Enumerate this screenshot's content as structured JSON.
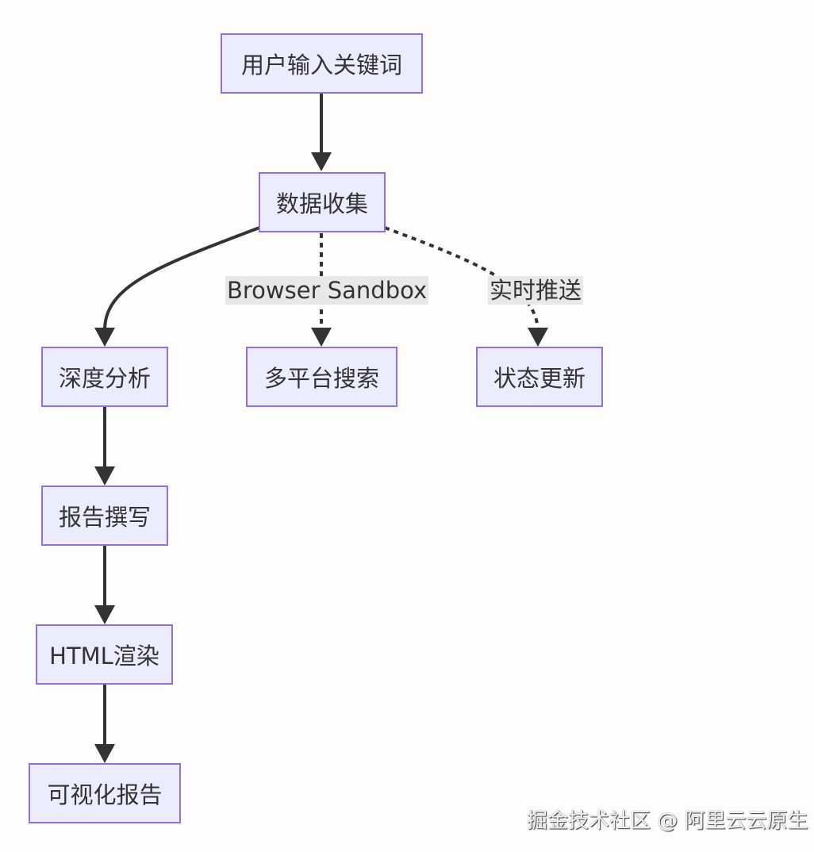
{
  "nodes": {
    "input": "用户输入关键词",
    "collect": "数据收集",
    "analysis": "深度分析",
    "search": "多平台搜索",
    "status": "状态更新",
    "write": "报告撰写",
    "render": "HTML渲染",
    "report": "可视化报告"
  },
  "edges": [
    {
      "from": "input",
      "to": "collect",
      "style": "solid",
      "label": ""
    },
    {
      "from": "collect",
      "to": "analysis",
      "style": "solid",
      "label": ""
    },
    {
      "from": "collect",
      "to": "search",
      "style": "dotted",
      "label": "Browser Sandbox"
    },
    {
      "from": "collect",
      "to": "status",
      "style": "dotted",
      "label": "实时推送"
    },
    {
      "from": "analysis",
      "to": "write",
      "style": "solid",
      "label": ""
    },
    {
      "from": "write",
      "to": "render",
      "style": "solid",
      "label": ""
    },
    {
      "from": "render",
      "to": "report",
      "style": "solid",
      "label": ""
    }
  ],
  "edge_labels": {
    "sandbox": "Browser Sandbox",
    "push": "实时推送"
  },
  "watermark": "掘金技术社区 @ 阿里云云原生"
}
